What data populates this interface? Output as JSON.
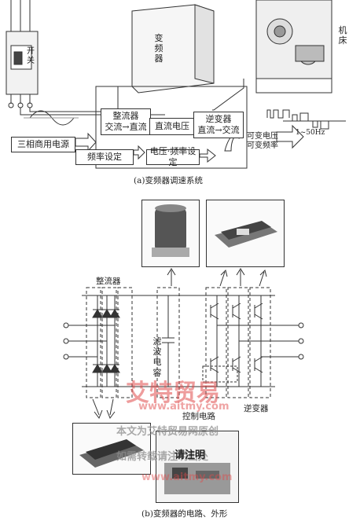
{
  "top": {
    "switch_label": "开关",
    "inverter_label": "变频器",
    "machine_label": "机床",
    "rectifier_box": "整流器\n交流→直流",
    "dc_voltage_box": "直流电压",
    "inverter_box": "逆变器\n直流→交流",
    "source_box": "三相商用电源",
    "freq_set_box": "频率设定",
    "vf_set_box": "电压·频率设定",
    "output_box": "可变电压\n可变频率",
    "freq_range": "1~50Hz",
    "caption": "(a)变频器调速系统"
  },
  "bottom": {
    "rectifier_label": "整流器",
    "capacitor_label": "滤波电容",
    "inverter_label": "逆变器",
    "control_label": "控制电路",
    "caption": "(b)变频器的电路、外形"
  },
  "watermark": {
    "brand": "艾特贸易",
    "url": "www.aitmy.com",
    "line1": "本文为艾特贸易网原创",
    "line2": "如需转载请注明出处",
    "stamp": "请注明",
    "url2": "www.aitmy.com"
  },
  "colors": {
    "line": "#333333",
    "watermark": "#e04a4a"
  }
}
